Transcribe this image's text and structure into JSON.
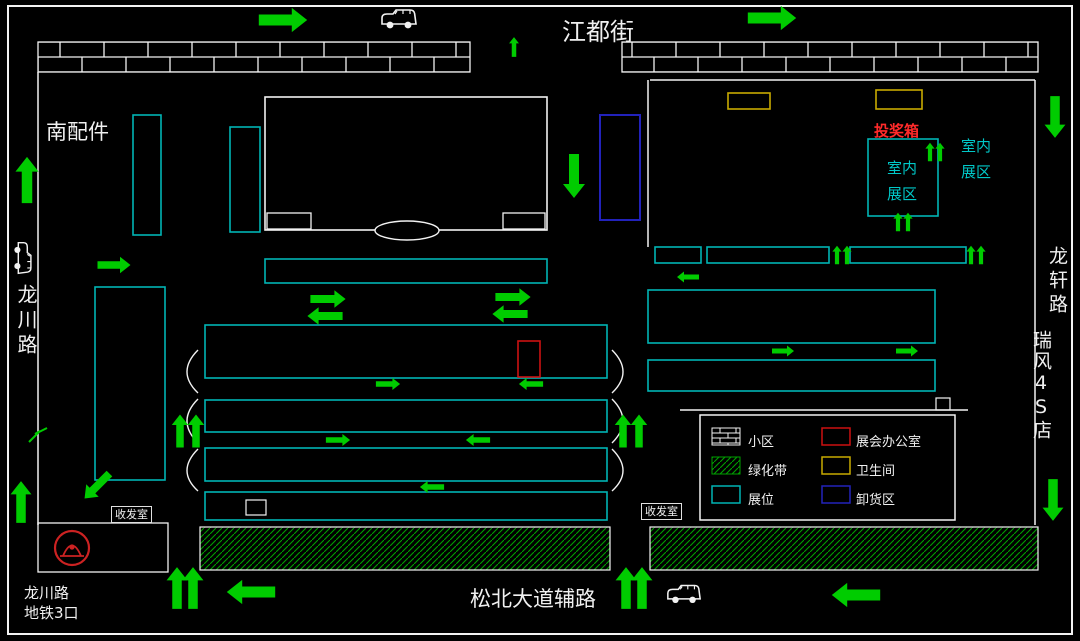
{
  "colors": {
    "background": "#000000",
    "line_white": "#f2f2f2",
    "booth_cyan": "#00b4b4",
    "arrow_green": "#00cc00",
    "hatch_green": "#00a000",
    "office_red": "#cc1111",
    "toilet_yellow": "#c8aa00",
    "unload_blue": "#2222bb",
    "metro_red": "#cc2222"
  },
  "streets": {
    "top": "江都街",
    "bottom": "松北大道辅路",
    "left_vertical": "龙川路",
    "right_road_vertical": "龙轩路",
    "right_shop_vertical": "瑞风4S店",
    "metro_exit_line1": "龙川路",
    "metro_exit_line2": "地铁3口"
  },
  "labels": {
    "south_parts": "南配件",
    "prize_box": "投奖箱",
    "indoor_zone_boxed": "室内展区",
    "indoor_zone_open": "室内展区",
    "mail_room_left": "收发室",
    "mail_room_right": "收发室"
  },
  "legend": {
    "items": [
      {
        "label": "小区",
        "icon": "brick-swatch"
      },
      {
        "label": "绿化带",
        "icon": "green-hatch-swatch"
      },
      {
        "label": "展位",
        "icon": "booth-swatch"
      },
      {
        "label": "展会办公室",
        "icon": "office-swatch"
      },
      {
        "label": "卫生间",
        "icon": "toilet-swatch"
      },
      {
        "label": "卸货区",
        "icon": "unload-swatch"
      }
    ]
  }
}
